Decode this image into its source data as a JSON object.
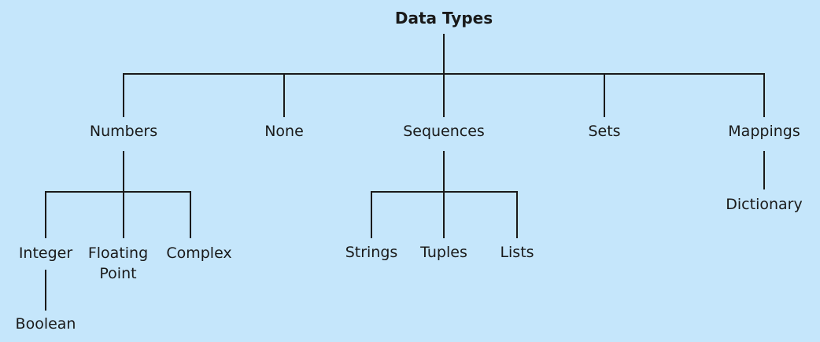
{
  "diagram": {
    "root": "Data Types",
    "categories": {
      "numbers": "Numbers",
      "none": "None",
      "sequences": "Sequences",
      "sets": "Sets",
      "mappings": "Mappings"
    },
    "numbers_children": {
      "integer": "Integer",
      "floating_point_line1": "Floating",
      "floating_point_line2": "Point",
      "complex": "Complex"
    },
    "integer_children": {
      "boolean": "Boolean"
    },
    "sequences_children": {
      "strings": "Strings",
      "tuples": "Tuples",
      "lists": "Lists"
    },
    "mappings_children": {
      "dictionary": "Dictionary"
    },
    "colors": {
      "background": "#c5e6fb",
      "lines": "#1a1a1a",
      "text": "#1a1a1a"
    }
  }
}
